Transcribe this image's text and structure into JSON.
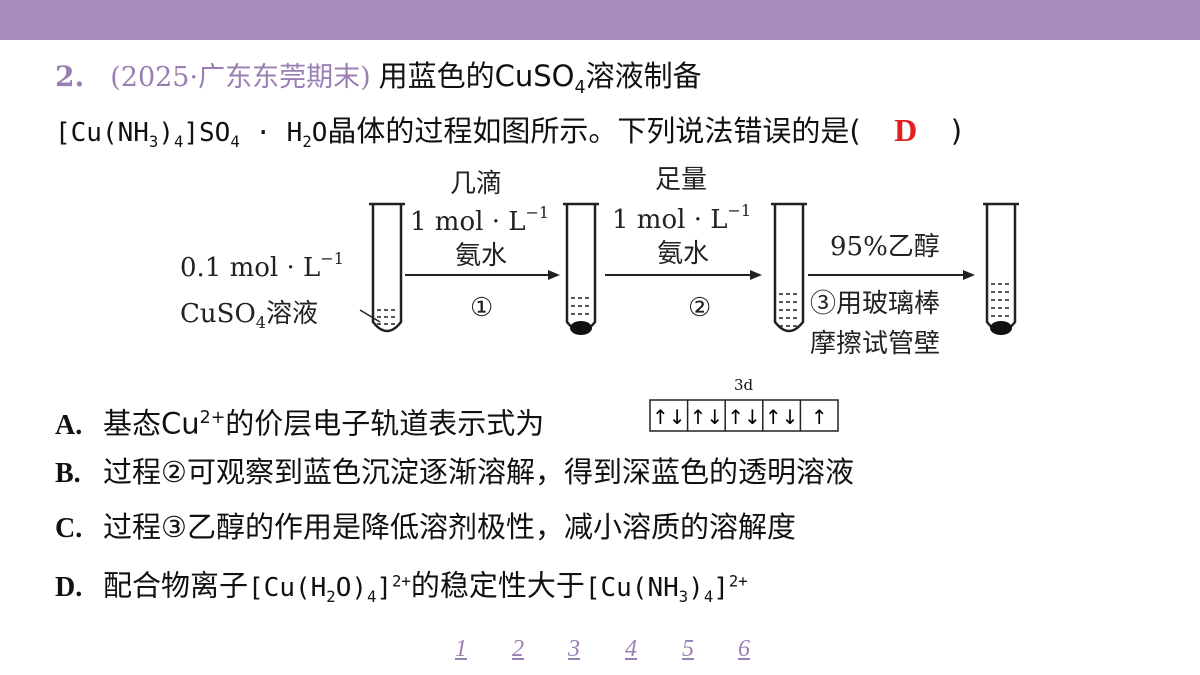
{
  "question": {
    "number": "2.",
    "source": "(2025·广东东莞期末)",
    "stem_part1": "用蓝色的CuSO",
    "stem_sub4": "4",
    "stem_part2": "溶液制备",
    "formula_a": "[Cu(NH",
    "formula_sub3": "3",
    "formula_b": ")",
    "formula_sub4": "4",
    "formula_c": "]SO",
    "formula_sub4b": "4",
    "formula_d": " · H",
    "formula_sub2": "2",
    "formula_e": "O",
    "stem_part3": "晶体的过程如图所示。下列说法错误的是(",
    "answer": "D",
    "close_paren": ")"
  },
  "diagram": {
    "start_conc": "0.1 mol · L",
    "start_conc_sup": "−1",
    "start_reagent": "CuSO",
    "start_reagent_sub": "4",
    "start_reagent_end": "溶液",
    "step1_amount": "几滴",
    "step1_conc": "1 mol · L",
    "step1_conc_sup": "−1",
    "step1_reagent": "氨水",
    "step1_num": "①",
    "step2_amount": "足量",
    "step2_conc": "1 mol · L",
    "step2_conc_sup": "−1",
    "step2_reagent": "氨水",
    "step2_num": "②",
    "step3_reagent": "95%乙醇",
    "step3_desc1": "③用玻璃棒",
    "step3_desc2": "摩擦试管壁"
  },
  "options": {
    "A": {
      "letter": "A.",
      "text1": "基态Cu",
      "sup": "2+",
      "text2": "的价层电子轨道表示式为",
      "orbital_label": "3d",
      "orbital_boxes": [
        "↑↓",
        "↑↓",
        "↑↓",
        "↑↓",
        "↑"
      ]
    },
    "B": {
      "letter": "B.",
      "text": "过程②可观察到蓝色沉淀逐渐溶解，得到深蓝色的透明溶液"
    },
    "C": {
      "letter": "C.",
      "text": "过程③乙醇的作用是降低溶剂极性，减小溶质的溶解度"
    },
    "D": {
      "letter": "D.",
      "text1": "配合物离子",
      "f1a": "[Cu(H",
      "f1sub": "2",
      "f1b": "O)",
      "f1sub2": "4",
      "f1c": "]",
      "f1sup": "2+",
      "text2": "的稳定性大于",
      "f2a": "[Cu(NH",
      "f2sub": "3",
      "f2b": ")",
      "f2sub2": "4",
      "f2c": "]",
      "f2sup": "2+"
    }
  },
  "pager": [
    "1",
    "2",
    "3",
    "4",
    "5",
    "6"
  ],
  "colors": {
    "header_bar": "#a68bbd",
    "accent_purple": "#9a7fb3",
    "answer_red": "#e0211d"
  }
}
